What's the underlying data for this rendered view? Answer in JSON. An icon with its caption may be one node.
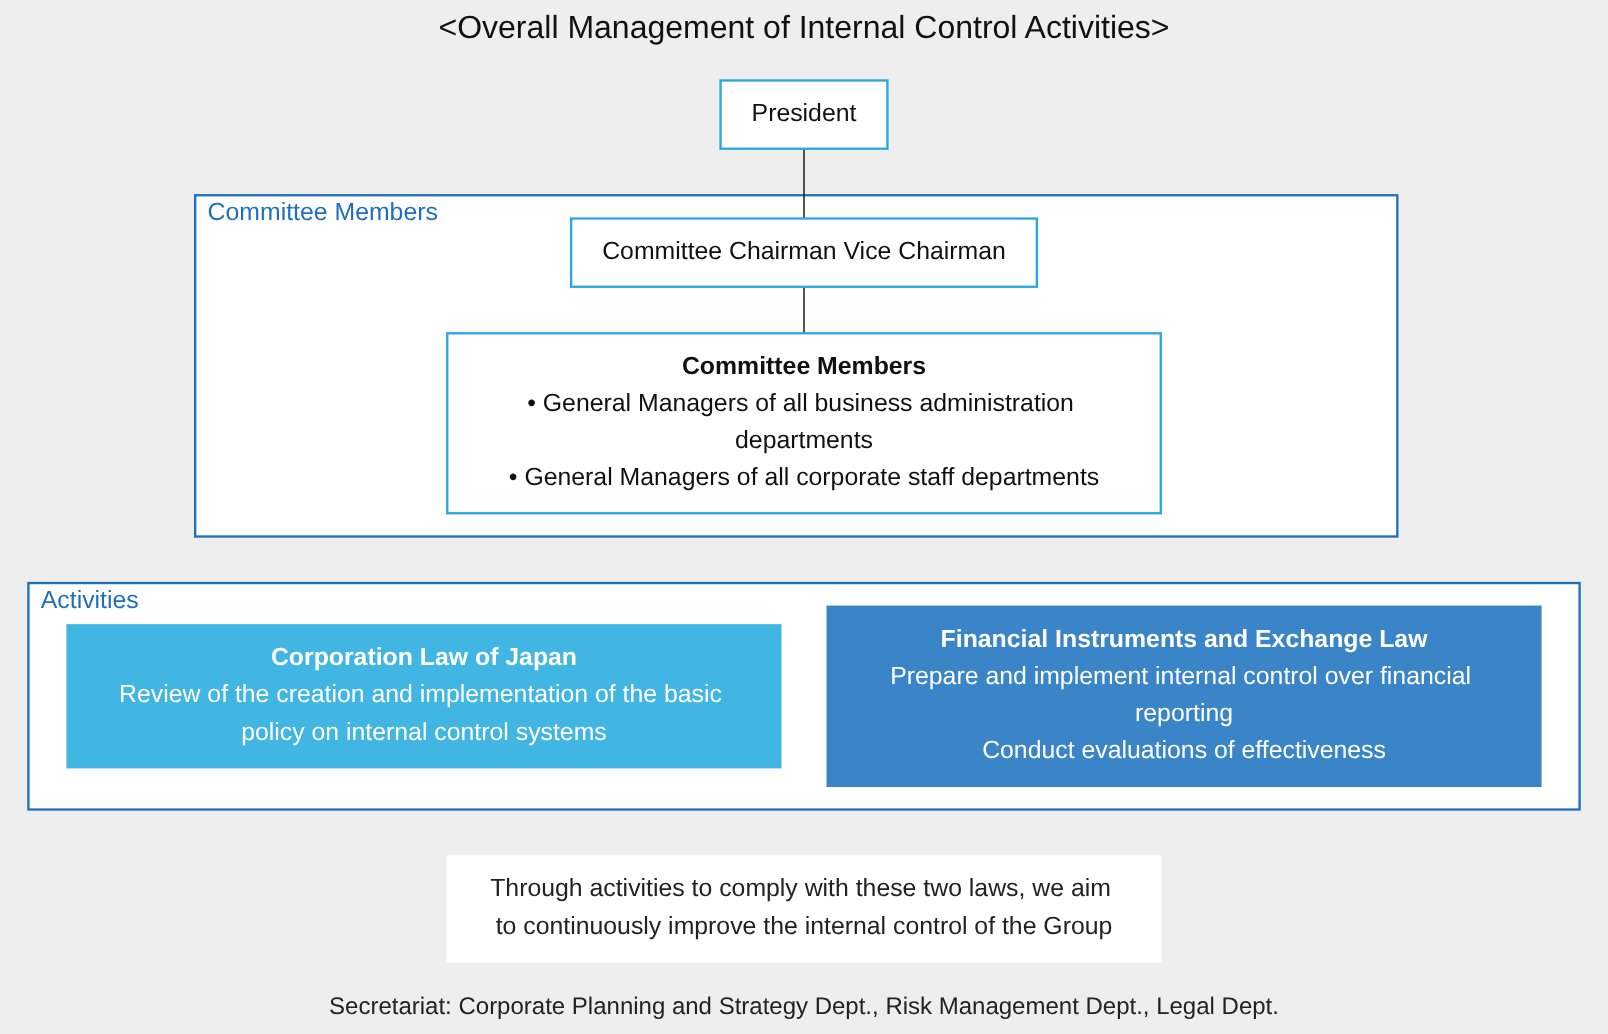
{
  "diagram": {
    "title": "<Overall Management of Internal Control Activities>",
    "nodes": [
      {
        "text": [
          "President"
        ]
      },
      {
        "text": [
          "Committee Members"
        ]
      },
      {
        "text": [
          "Committee Chairman Vice Chairman"
        ],
        "in": 1
      },
      {
        "text": [
          "Committee Members",
          "• General Managers of all business administration departments",
          "• General Managers of all corporate staff departments"
        ],
        "in": 1
      },
      {
        "text": [
          "Activities"
        ]
      },
      {
        "text": [
          "Corporation Law of Japan",
          "Review of the creation and implementation of the basic policy on internal control systems"
        ],
        "in": 4
      },
      {
        "text": [
          "Financial Instruments and Exchange Law",
          "Prepare and implement internal control over financial reporting",
          "Conduct evaluations of effectiveness"
        ],
        "in": 4
      },
      {
        "text": [
          "Through activities to comply with these two laws, we aim to continuously improve the internal control of the Group"
        ]
      }
    ],
    "edges": [
      {
        "from": 0,
        "to": 2,
        "arrow": "none"
      },
      {
        "from": 2,
        "to": 3,
        "arrow": "none"
      }
    ],
    "labels": [
      "Secretariat: Corporate Planning and Strategy Dept., Risk Management Dept., Legal Dept."
    ]
  }
}
